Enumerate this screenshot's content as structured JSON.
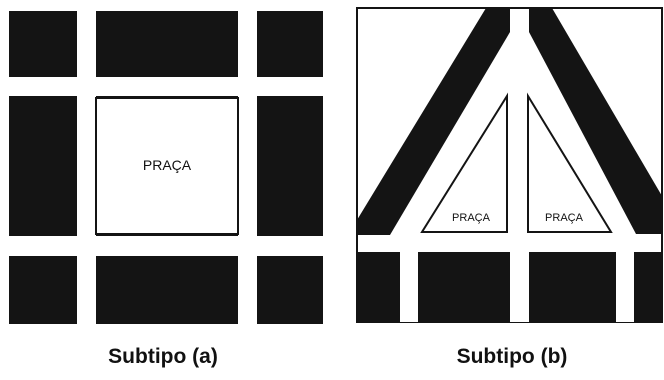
{
  "diagram": {
    "panel_a": {
      "square_label": "PRAÇA",
      "caption": "Subtipo (a)"
    },
    "panel_b": {
      "left_triangle_label": "PRAÇA",
      "right_triangle_label": "PRAÇA",
      "caption": "Subtipo (b)"
    }
  },
  "colors": {
    "block": "#141414",
    "street": "#ffffff",
    "outline": "#141414",
    "text": "#111111"
  }
}
